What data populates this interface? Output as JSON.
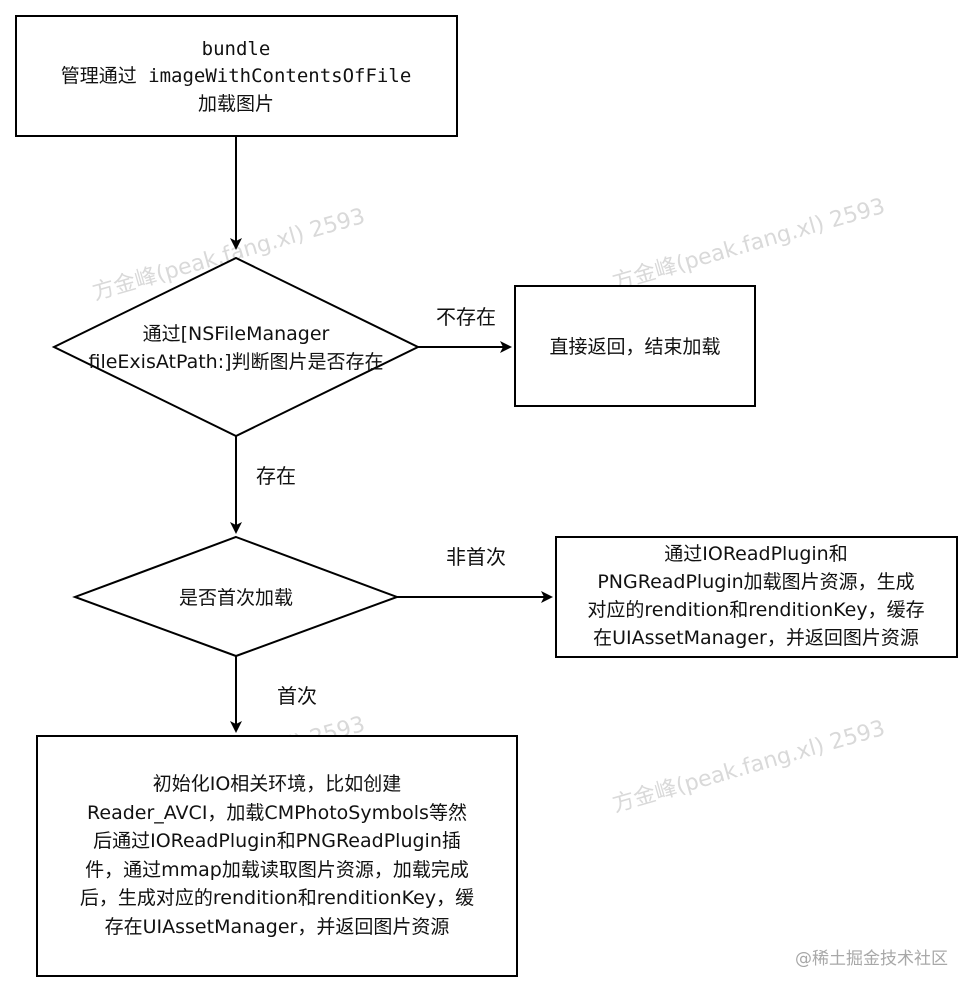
{
  "nodes": {
    "start": {
      "lines": [
        "bundle",
        "管理通过 imageWithContentsOfFile",
        "加载图片"
      ]
    },
    "check_exists": {
      "lines": [
        "通过[NSFileManager",
        "fileExisAtPath:]判断图片是否存在"
      ]
    },
    "return_end": {
      "lines": [
        "直接返回，结束加载"
      ]
    },
    "check_first": {
      "lines": [
        "是否首次加载"
      ]
    },
    "not_first_process": {
      "lines": [
        "通过IOReadPlugin和",
        "PNGReadPlugin加载图片资源，生成",
        "对应的rendition和renditionKey，缓存",
        "在UIAssetManager，并返回图片资源"
      ]
    },
    "first_process": {
      "lines": [
        "初始化IO相关环境，比如创建",
        "Reader_AVCI，加载CMPhotoSymbols等然",
        "后通过IOReadPlugin和PNGReadPlugin插",
        "件，通过mmap加载读取图片资源，加载完成",
        "后，生成对应的rendition和renditionKey，缓",
        "存在UIAssetManager，并返回图片资源"
      ]
    }
  },
  "edges": {
    "not_exists": "不存在",
    "exists": "存在",
    "not_first": "非首次",
    "first": "首次"
  },
  "watermarks": {
    "author": "方金峰(peak.fang.xl) 2593",
    "site": "@稀土掘金技术社区"
  }
}
